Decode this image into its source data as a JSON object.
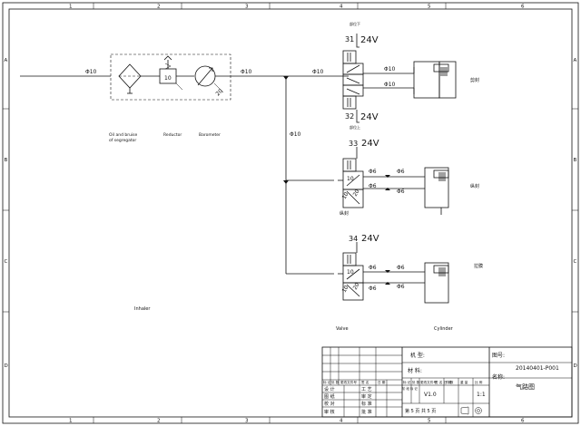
{
  "frame": {
    "top_zones": [
      "1",
      "2",
      "3",
      "4",
      "5",
      "6"
    ],
    "bottom_zones": [
      "1",
      "2",
      "3",
      "4",
      "5",
      "6"
    ],
    "left_zones": [
      "A",
      "B",
      "C",
      "D"
    ],
    "right_zones": [
      "A",
      "B",
      "C",
      "D"
    ]
  },
  "supply": {
    "inlet_pipe": "Φ10",
    "main_pipe_1": "Φ10",
    "main_pipe_2": "Φ10",
    "vertical_pipe": "Φ10",
    "separator_label_line1": "Oil and bruise",
    "separator_label_line2": "of segregator",
    "reducer_label": "Reductor",
    "reducer_value": "10",
    "barometer_label": "Barometer",
    "barometer_value": "20",
    "inhaler_label": "Inhaler"
  },
  "circuits": [
    {
      "coil_a_number": "31",
      "coil_a_voltage": "24V",
      "coil_a_small": "部位下",
      "coil_b_number": "32",
      "coil_b_voltage": "24V",
      "coil_b_small": "部位上",
      "pipe_top": "Φ10",
      "pipe_bottom": "Φ10",
      "cylinder_label": "剪封"
    },
    {
      "coil_number": "33",
      "coil_voltage": "24V",
      "port_label": "10",
      "valve_label": "10",
      "valve_label2": "20",
      "pipe_top": "Φ6",
      "pipe_top_b": "Φ6",
      "pipe_bottom": "Φ6",
      "pipe_bottom_b": "Φ6",
      "valve_caption": "纵封",
      "cylinder_label": "纵封"
    },
    {
      "coil_number": "34",
      "coil_voltage": "24V",
      "port_label": "10",
      "valve_label": "10",
      "valve_label2": "20",
      "pipe_top": "Φ6",
      "pipe_top_b": "Φ6",
      "pipe_bottom": "Φ6",
      "pipe_bottom_b": "Φ6",
      "cylinder_label": "拉膜"
    }
  ],
  "captions": {
    "valve": "Valve",
    "cylinder": "Cylinder"
  },
  "title_block": {
    "machine_type_label": "机 型:",
    "material_label": "材 料:",
    "drawing_no_label": "图号:",
    "drawing_no": "20140401-P001",
    "name_label": "名称:",
    "name": "气路图",
    "version": "V1.0",
    "scale": "1:1",
    "pages": "第 5 页 共 5 页",
    "header_cells": [
      "标 记",
      "处 数",
      "更改文件号",
      "签 名",
      "日 期",
      "阶 段 标 记",
      "件 数",
      "重 量",
      "比 例"
    ],
    "rev_cells": [
      "标 记",
      "处 数",
      "更改文件号",
      "签 名",
      "日 期"
    ],
    "left_rows": [
      "设 计",
      "图 纸",
      "校 对",
      "审 核"
    ],
    "mid_rows": [
      "工 艺",
      "审 定",
      "标 准",
      "批 准"
    ]
  }
}
